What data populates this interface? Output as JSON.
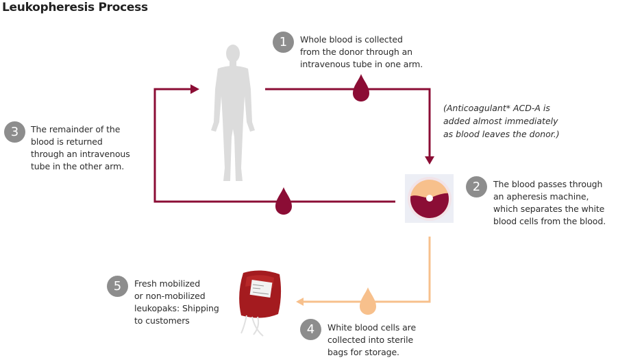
{
  "title": "Leukopheresis Process",
  "steps": [
    {
      "number": "1",
      "text": [
        "Whole blood is collected",
        "from the donor through an",
        "intravenous tube in one arm."
      ]
    },
    {
      "number": "2",
      "text": [
        "The blood passes through",
        "an apheresis machine,",
        "which separates the white",
        "blood cells from the blood."
      ]
    },
    {
      "number": "3",
      "text": [
        "The remainder of the",
        "blood is returned",
        "through an intravenous",
        "tube in the other arm."
      ]
    },
    {
      "number": "4",
      "text": [
        "White blood cells are",
        "collected into sterile",
        "bags for storage."
      ]
    },
    {
      "number": "5",
      "text": [
        "Fresh mobilized",
        "or non-mobilized",
        "leukopaks: Shipping",
        "to customers"
      ]
    }
  ],
  "note": [
    "(Anticoagulant* ACD-A is",
    "added almost immediately",
    "as blood leaves the donor.)"
  ],
  "icons": {
    "donor": "human-figure-icon",
    "machine": "apheresis-machine-icon",
    "bag": "blood-bag-icon",
    "drop_blood": "blood-drop-icon",
    "drop_wbc": "white-cell-drop-icon"
  },
  "colors": {
    "blood": "#8b0d35",
    "wbc": "#f7c08c",
    "step_circle": "#8d8d8d",
    "figure": "#dcdcdc"
  }
}
